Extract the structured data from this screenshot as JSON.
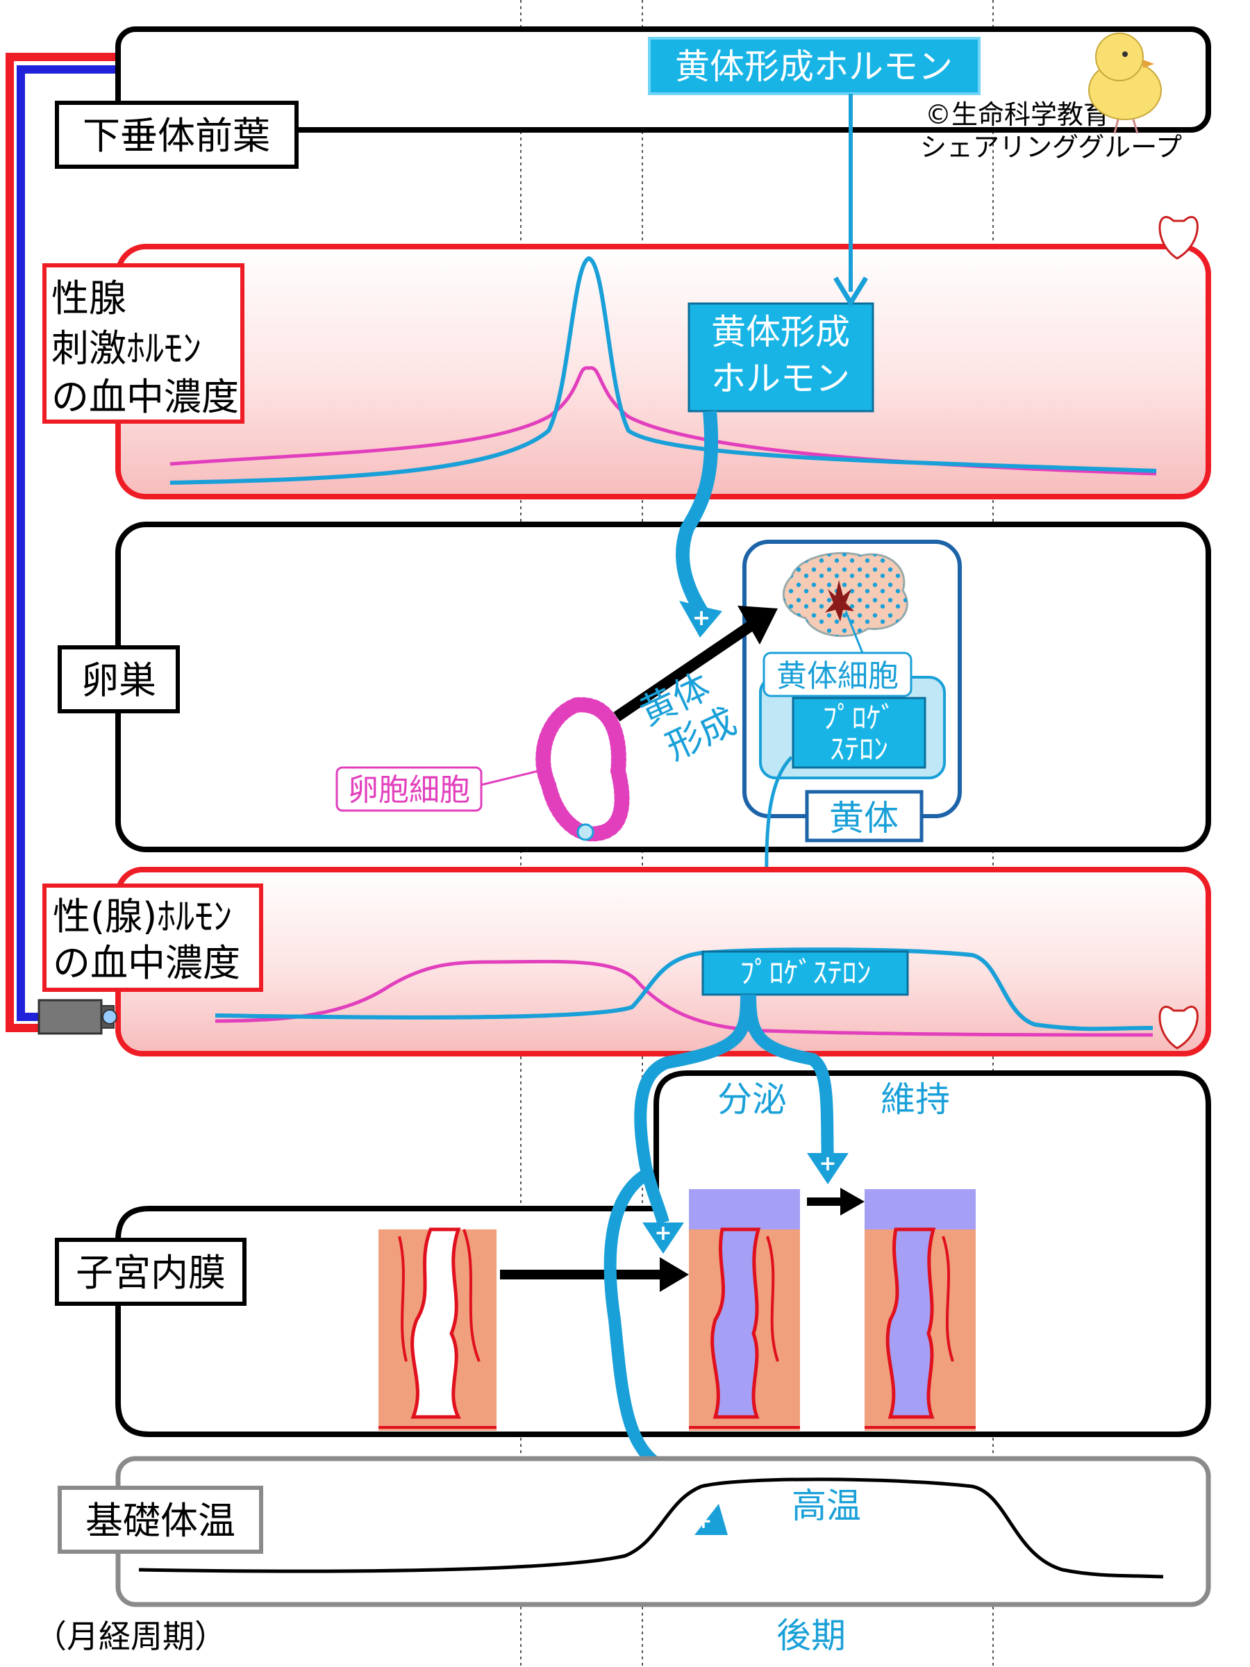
{
  "labels": {
    "pituitary": "下垂体前葉",
    "gonadotropin_l1": "性腺",
    "gonadotropin_l2": "刺激ﾎﾙﾓﾝ",
    "gonadotropin_l3": "の血中濃度",
    "ovary": "卵巣",
    "sex_hormone_l1": "性(腺)ﾎﾙﾓﾝ",
    "sex_hormone_l2": "の血中濃度",
    "endometrium": "子宮内膜",
    "basal_temp": "基礎体温",
    "cycle": "（月経周期）",
    "phase": "後期"
  },
  "hormones": {
    "lh_top": "黄体形成ホルモン",
    "lh_mid_l1": "黄体形成",
    "lh_mid_l2": "ホルモン",
    "progesterone_l1": "ﾌﾟﾛｹﾞ",
    "progesterone_l2": "ｽﾃﾛﾝ",
    "progesterone_line": "ﾌﾟﾛｹﾞｽﾃﾛﾝ"
  },
  "ovary": {
    "luteal_cell": "黄体細胞",
    "corpus_luteum": "黄体",
    "luteinization_l1": "黄体",
    "luteinization_l2": "形成",
    "oocyte": "卵胞細胞"
  },
  "endometrium": {
    "secretion": "分泌",
    "maintain": "維持"
  },
  "temperature": {
    "high": "高温"
  },
  "credit": {
    "line1": "©生命科学教育",
    "line2": "シェアリンググループ"
  },
  "signs": {
    "plus": "+"
  },
  "colors": {
    "blue": "#1aa0d8",
    "pink": "#e23fbd",
    "red": "#ee1c25",
    "navy": "#1e3f8f"
  }
}
